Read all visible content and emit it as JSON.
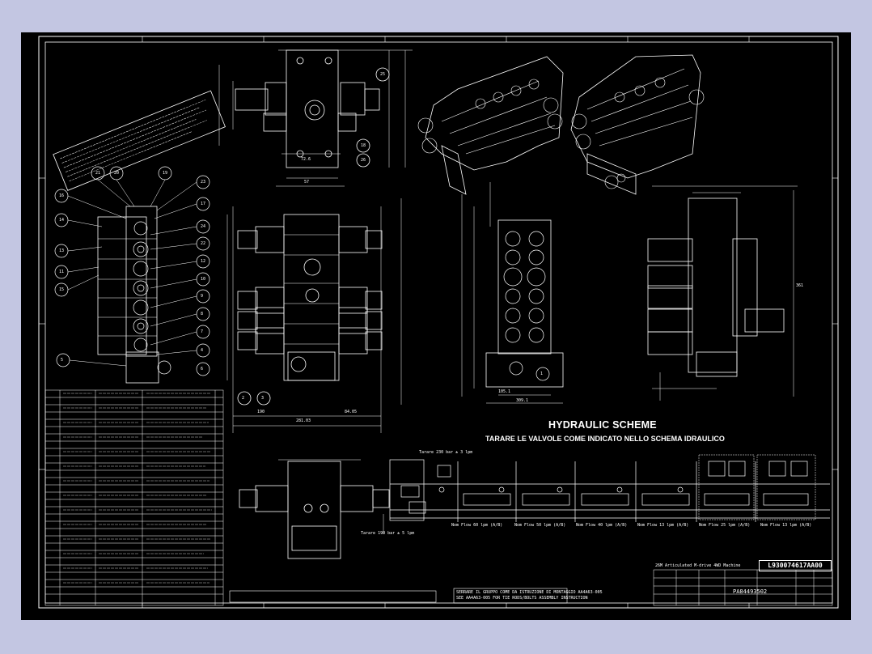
{
  "drawing": {
    "title": "HYDRAULIC SCHEME",
    "subtitle": "TARARE LE VALVOLE COME INDICATO NELLO SCHEMA IDRAULICO",
    "drawing_code": "L930074617AA00",
    "machine": "26M Articulated M-drive 4WD Machine",
    "part_number": "PA84493502",
    "note_assembly": "SERRARE IL GRUPPO COME DA ISTRUZIONE DI MONTAGGIO AA4A63-005",
    "note_assembly_en": "SEE AA4A63-005 FOR TIE RODS/BOLTS ASSEMBLY INSTRUCTION",
    "relief_top": "Tarare 230 bar ± 3 lpm",
    "relief_bottom": "Tarare 190 bar ± 5 lpm"
  },
  "flow_labels": [
    "Nom Flow 60 lpm (A/B)",
    "Nom Flow 50 lpm (A/B)",
    "Nom Flow 40 lpm (A/B)",
    "Nom Flow 13 lpm (A/B)",
    "Nom Flow 25 lpm (A/B)",
    "Nom Flow 13 lpm (A/B)"
  ],
  "dimensions": {
    "width_total": "281.03",
    "w_190": "190",
    "w_84": "84.05",
    "h_361": "361",
    "d_309": "309.1",
    "d_105": "105.1",
    "d_72": "72.6",
    "d_57": "57"
  },
  "balloons": [
    "21",
    "20",
    "19",
    "23",
    "16",
    "14",
    "13",
    "11",
    "15",
    "17",
    "24",
    "22",
    "12",
    "10",
    "9",
    "8",
    "7",
    "5",
    "4",
    "6",
    "3",
    "2",
    "1",
    "25",
    "18",
    "26"
  ],
  "colors": {
    "outer": "#c3c6e2",
    "sheet": "#000000",
    "line": "#ffffff"
  }
}
